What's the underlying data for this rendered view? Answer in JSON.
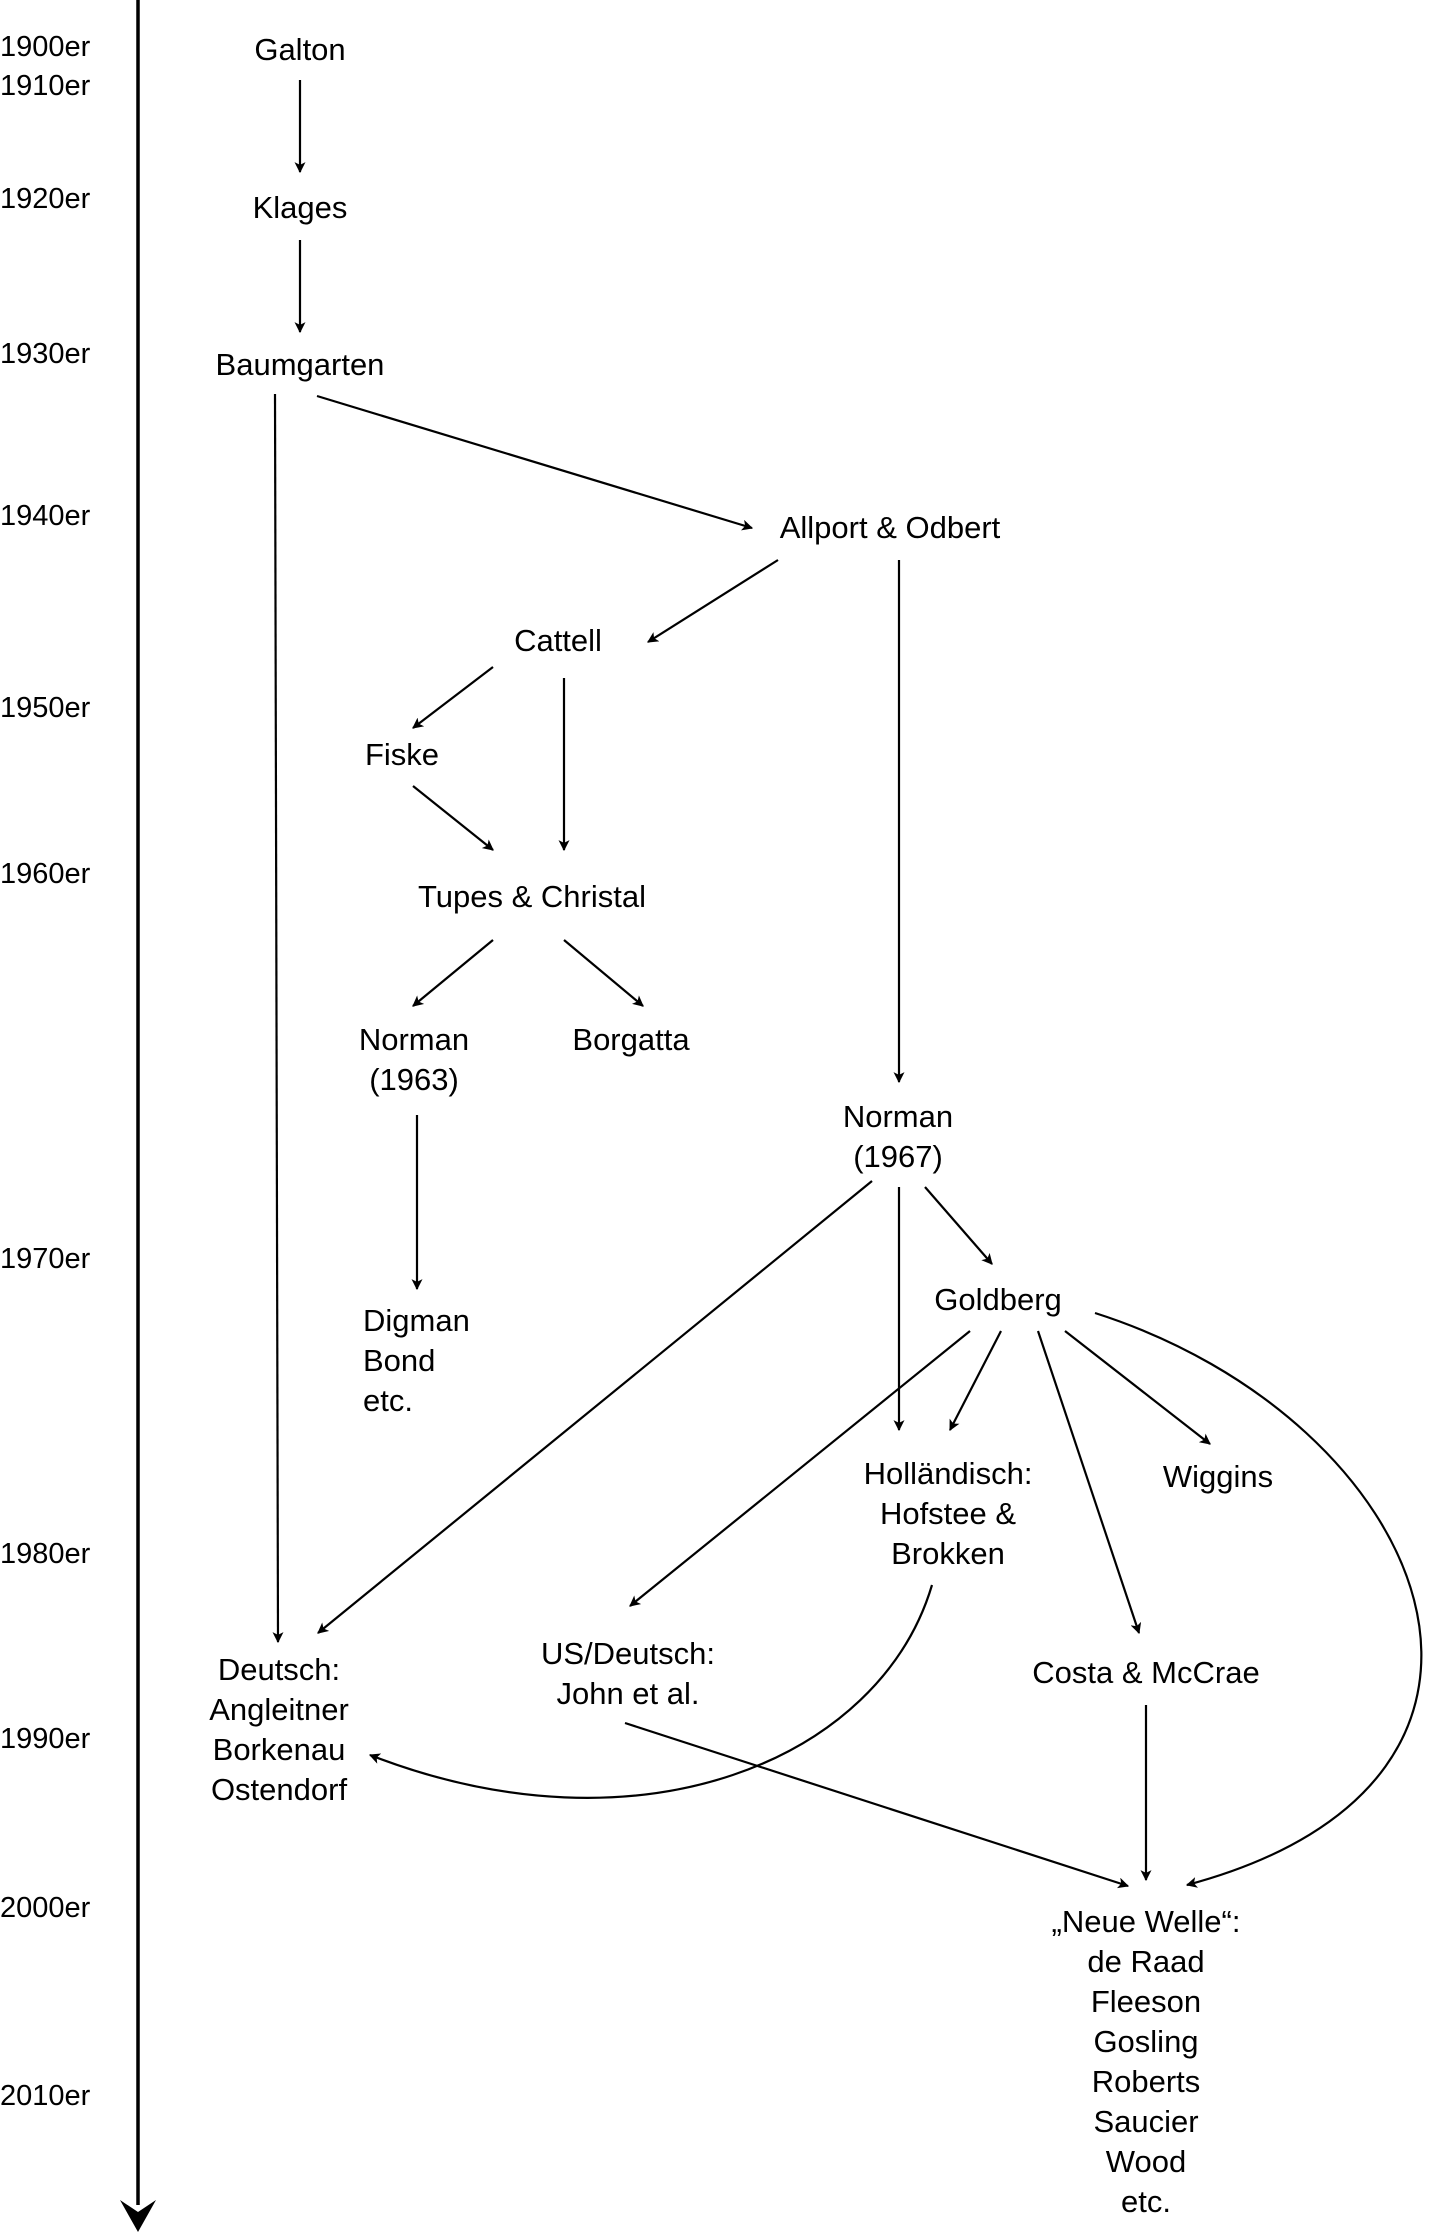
{
  "timeline": {
    "decades": [
      {
        "id": "d1900",
        "label": "1900er"
      },
      {
        "id": "d1910",
        "label": "1910er"
      },
      {
        "id": "d1920",
        "label": "1920er"
      },
      {
        "id": "d1930",
        "label": "1930er"
      },
      {
        "id": "d1940",
        "label": "1940er"
      },
      {
        "id": "d1950",
        "label": "1950er"
      },
      {
        "id": "d1960",
        "label": "1960er"
      },
      {
        "id": "d1970",
        "label": "1970er"
      },
      {
        "id": "d1980",
        "label": "1980er"
      },
      {
        "id": "d1990",
        "label": "1990er"
      },
      {
        "id": "d2000",
        "label": "2000er"
      },
      {
        "id": "d2010",
        "label": "2010er"
      }
    ]
  },
  "nodes": [
    {
      "id": "galton",
      "lines": [
        "Galton"
      ]
    },
    {
      "id": "klages",
      "lines": [
        "Klages"
      ]
    },
    {
      "id": "baumgarten",
      "lines": [
        "Baumgarten"
      ]
    },
    {
      "id": "allport-odbert",
      "lines": [
        "Allport & Odbert"
      ]
    },
    {
      "id": "cattell",
      "lines": [
        "Cattell"
      ]
    },
    {
      "id": "fiske",
      "lines": [
        "Fiske"
      ]
    },
    {
      "id": "tupes-christal",
      "lines": [
        "Tupes & Christal"
      ]
    },
    {
      "id": "norman-1963",
      "lines": [
        "Norman",
        "(1963)"
      ]
    },
    {
      "id": "borgatta",
      "lines": [
        "Borgatta"
      ]
    },
    {
      "id": "norman-1967",
      "lines": [
        "Norman",
        "(1967)"
      ]
    },
    {
      "id": "digman-bond",
      "lines": [
        "Digman",
        "Bond",
        "etc."
      ]
    },
    {
      "id": "goldberg",
      "lines": [
        "Goldberg"
      ]
    },
    {
      "id": "hollaendisch",
      "lines": [
        "Holländisch:",
        "Hofstee &",
        "Brokken"
      ]
    },
    {
      "id": "wiggins",
      "lines": [
        "Wiggins"
      ]
    },
    {
      "id": "deutsch",
      "lines": [
        "Deutsch:",
        "Angleitner",
        "Borkenau",
        "Ostendorf"
      ]
    },
    {
      "id": "us-deutsch",
      "lines": [
        "US/Deutsch:",
        "John et al."
      ]
    },
    {
      "id": "costa-mccrae",
      "lines": [
        "Costa & McCrae"
      ]
    },
    {
      "id": "neue-welle",
      "lines": [
        "„Neue Welle“:",
        "de Raad",
        "Fleeson",
        "Gosling",
        "Roberts",
        "Saucier",
        "Wood",
        "etc."
      ]
    }
  ],
  "edges": [
    {
      "from": "galton",
      "to": "klages"
    },
    {
      "from": "klages",
      "to": "baumgarten"
    },
    {
      "from": "baumgarten",
      "to": "allport-odbert"
    },
    {
      "from": "baumgarten",
      "to": "deutsch"
    },
    {
      "from": "allport-odbert",
      "to": "cattell"
    },
    {
      "from": "allport-odbert",
      "to": "norman-1967"
    },
    {
      "from": "cattell",
      "to": "fiske"
    },
    {
      "from": "cattell",
      "to": "tupes-christal"
    },
    {
      "from": "fiske",
      "to": "tupes-christal"
    },
    {
      "from": "tupes-christal",
      "to": "norman-1963"
    },
    {
      "from": "tupes-christal",
      "to": "borgatta"
    },
    {
      "from": "norman-1963",
      "to": "digman-bond"
    },
    {
      "from": "norman-1967",
      "to": "deutsch"
    },
    {
      "from": "norman-1967",
      "to": "hollaendisch"
    },
    {
      "from": "norman-1967",
      "to": "goldberg"
    },
    {
      "from": "goldberg",
      "to": "us-deutsch"
    },
    {
      "from": "goldberg",
      "to": "hollaendisch"
    },
    {
      "from": "goldberg",
      "to": "costa-mccrae"
    },
    {
      "from": "goldberg",
      "to": "wiggins"
    },
    {
      "from": "goldberg",
      "to": "neue-welle"
    },
    {
      "from": "hollaendisch",
      "to": "deutsch"
    },
    {
      "from": "us-deutsch",
      "to": "neue-welle"
    },
    {
      "from": "costa-mccrae",
      "to": "neue-welle"
    }
  ]
}
